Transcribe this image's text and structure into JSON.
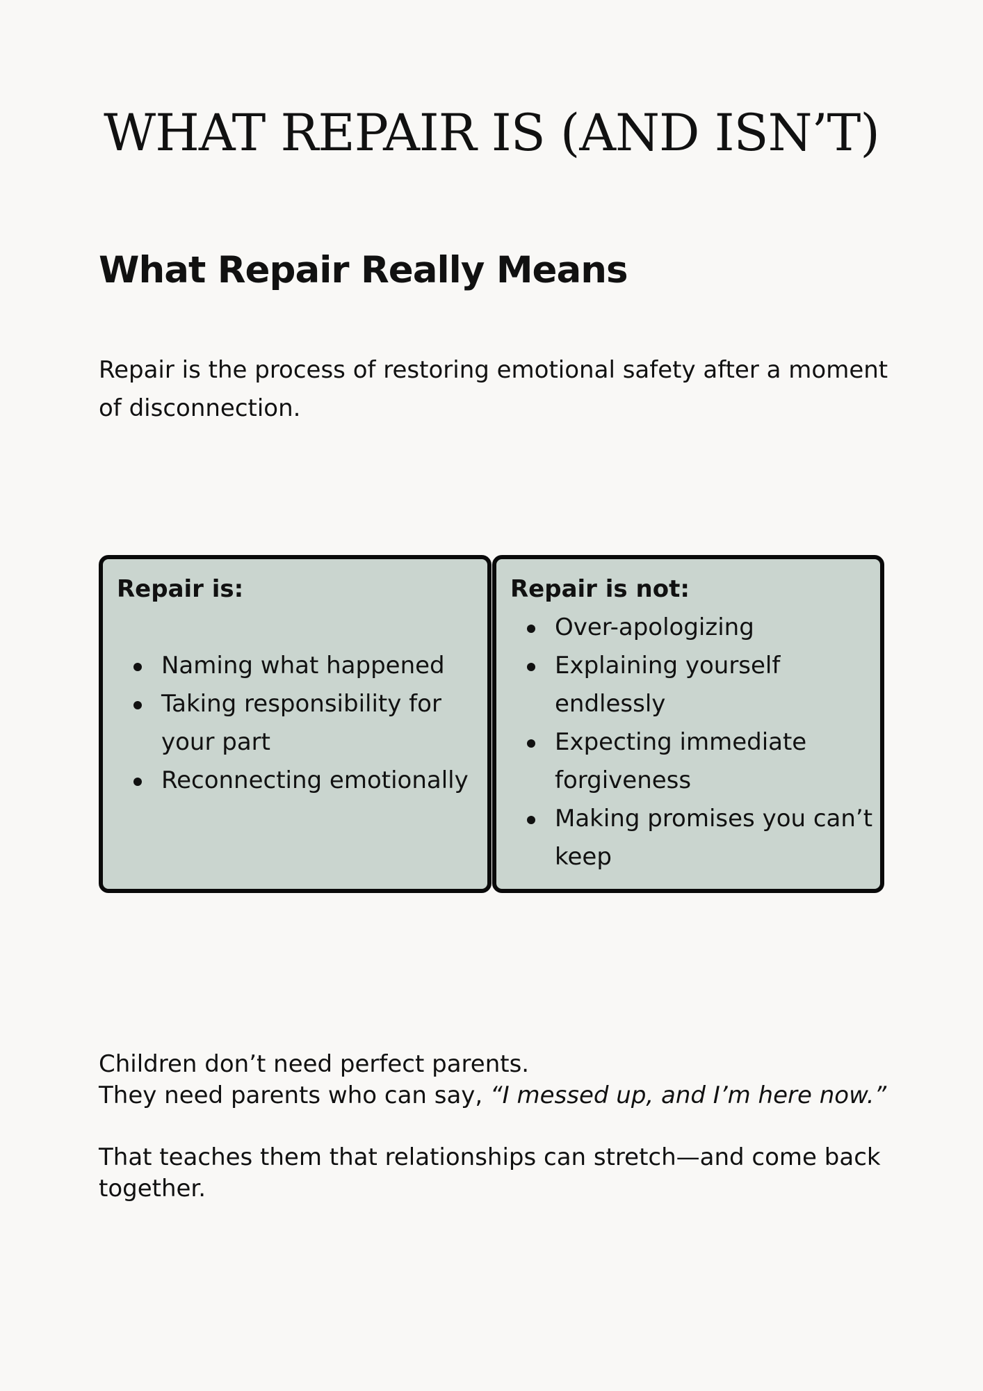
{
  "title": "WHAT REPAIR IS (AND ISN’T)",
  "section": {
    "heading": "What Repair Really Means",
    "intro": "Repair is the process of restoring emotional safety after a moment of disconnection."
  },
  "comparison": {
    "is": {
      "label": "Repair is:",
      "items": [
        "Naming what happened",
        "Taking responsibility for your part",
        "Reconnecting emotionally"
      ]
    },
    "is_not": {
      "label": "Repair is not:",
      "items": [
        "Over-apologizing",
        "Explaining yourself endlessly",
        "Expecting immediate forgiveness",
        "Making promises you can’t keep"
      ]
    }
  },
  "closing": {
    "line1": "Children don’t need perfect parents.",
    "line2_prefix": "They need parents who can say, ",
    "line2_quote": "“I messed up, and I’m here now.”",
    "line3": "That teaches them that relationships can stretch—and come back together."
  }
}
